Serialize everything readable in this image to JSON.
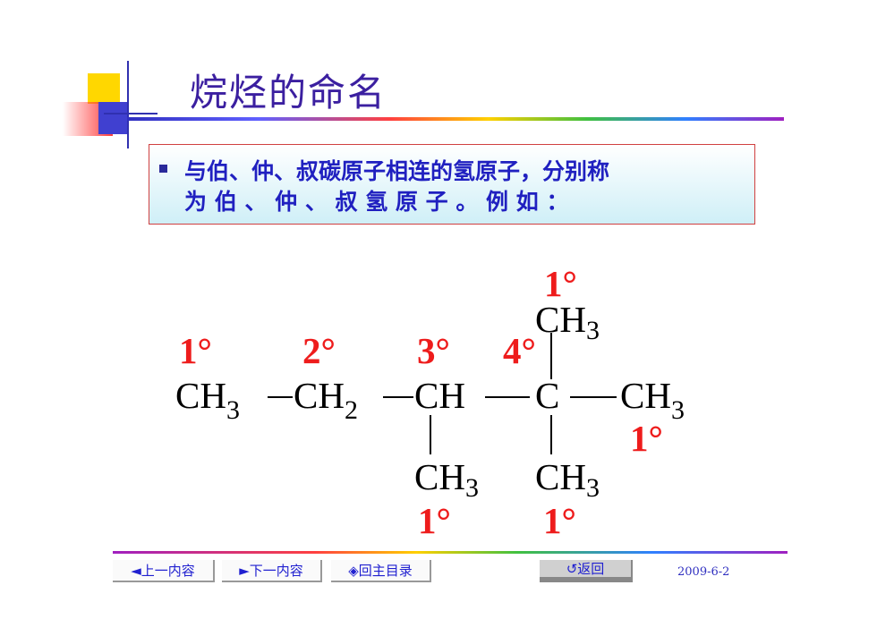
{
  "title": "烷烃的命名",
  "box": {
    "line1": "与伯、仲、叔碳原子相连的氢原子，分别称",
    "line2": "为 伯 、 仲 、 叔 氢 原 子 。 例 如 ："
  },
  "formula": {
    "main_groups": [
      "CH",
      "CH",
      "CH",
      "C",
      "CH"
    ],
    "main_subscripts": [
      "3",
      "2",
      "",
      "",
      "3"
    ],
    "branches": {
      "top": {
        "group": "CH",
        "sub": "3"
      },
      "bottom_left": {
        "group": "CH",
        "sub": "3"
      },
      "bottom_right": {
        "group": "CH",
        "sub": "3"
      }
    }
  },
  "degree_labels": {
    "c1": "1°",
    "c2": "2°",
    "c3": "3°",
    "c4": "4°",
    "top_methyl": "1°",
    "right_methyl": "1°",
    "bottom_left_methyl": "1°",
    "bottom_right_methyl": "1°"
  },
  "nav": {
    "prev": "◄上一内容",
    "next": "►下一内容",
    "home": "◈回主目录",
    "back": "↺返回"
  },
  "date": "2009-6-2",
  "colors": {
    "title": "#3b1fa0",
    "box_text": "#2020c0",
    "degree": "#ee1c1c",
    "nav_text": "#2020d0"
  }
}
